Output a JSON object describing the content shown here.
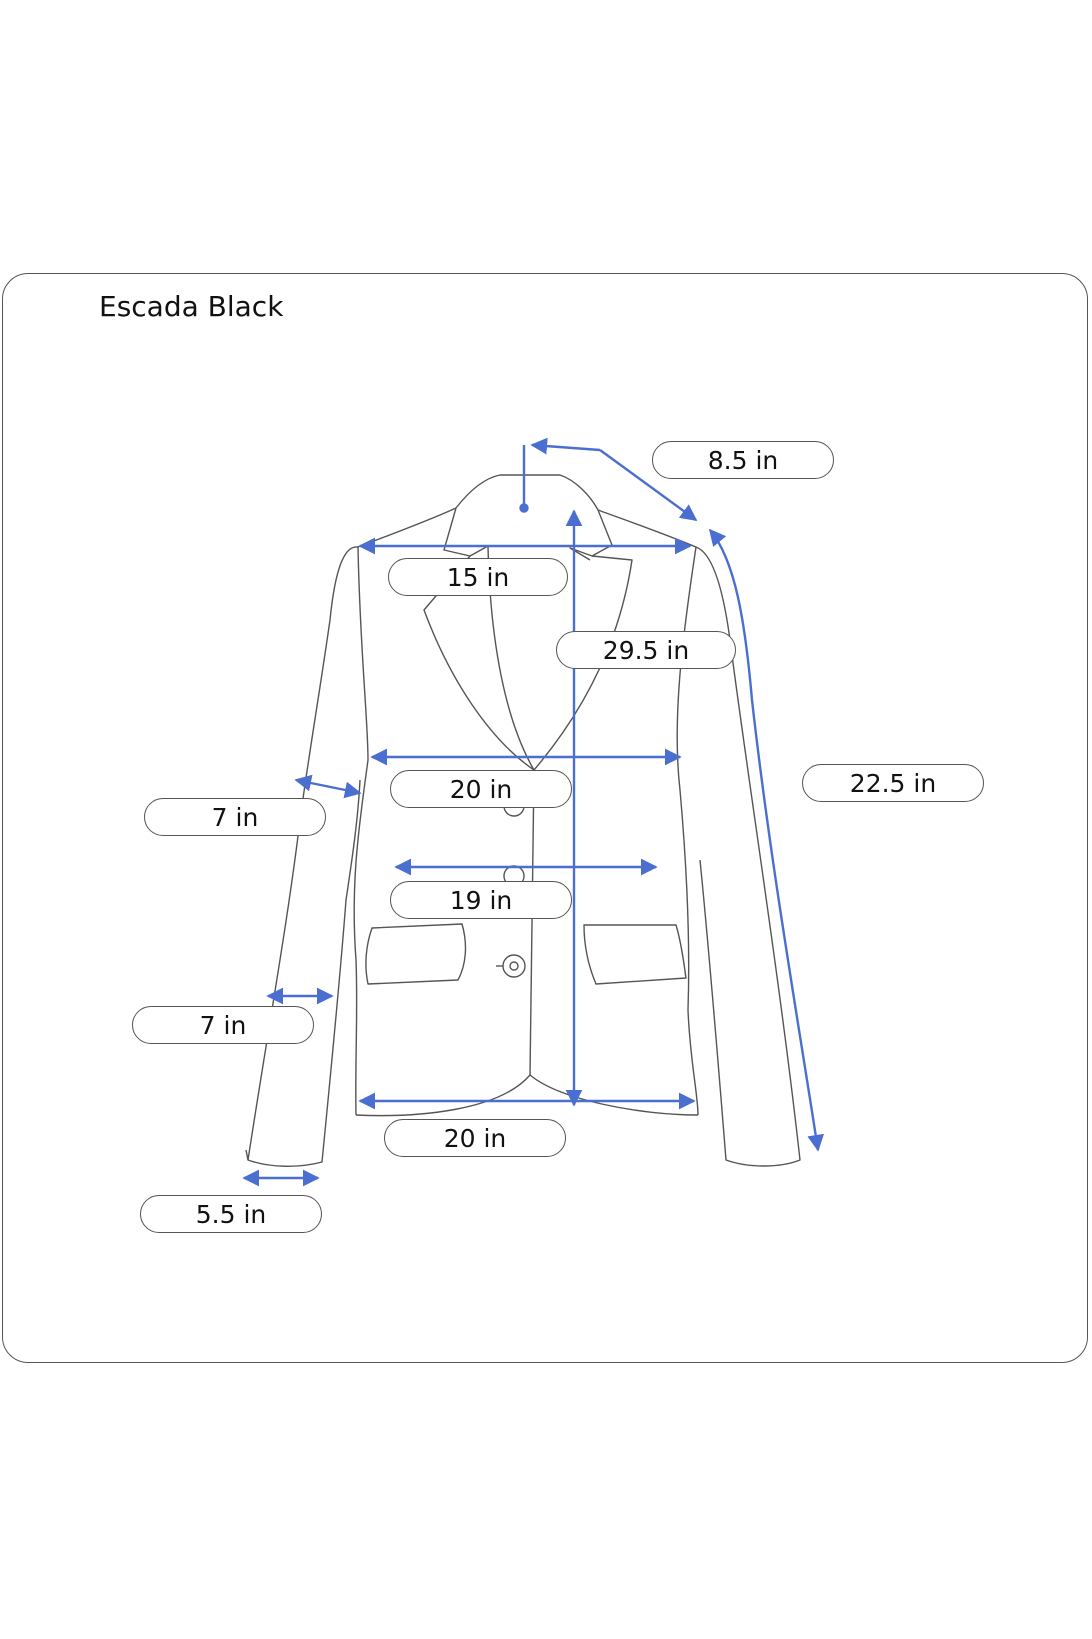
{
  "title": "Escada Black",
  "accent_color": "#4a6fd0",
  "outline_color": "#555555",
  "measurements": {
    "shoulder_to_shoulder": "8.5 in",
    "chest_top": "15 in",
    "length": "29.5 in",
    "sleeve_length": "22.5 in",
    "bicep": "7 in",
    "waist": "20 in",
    "forearm": "7 in",
    "waist_lower": "19 in",
    "hem": "20 in",
    "cuff": "5.5 in"
  }
}
